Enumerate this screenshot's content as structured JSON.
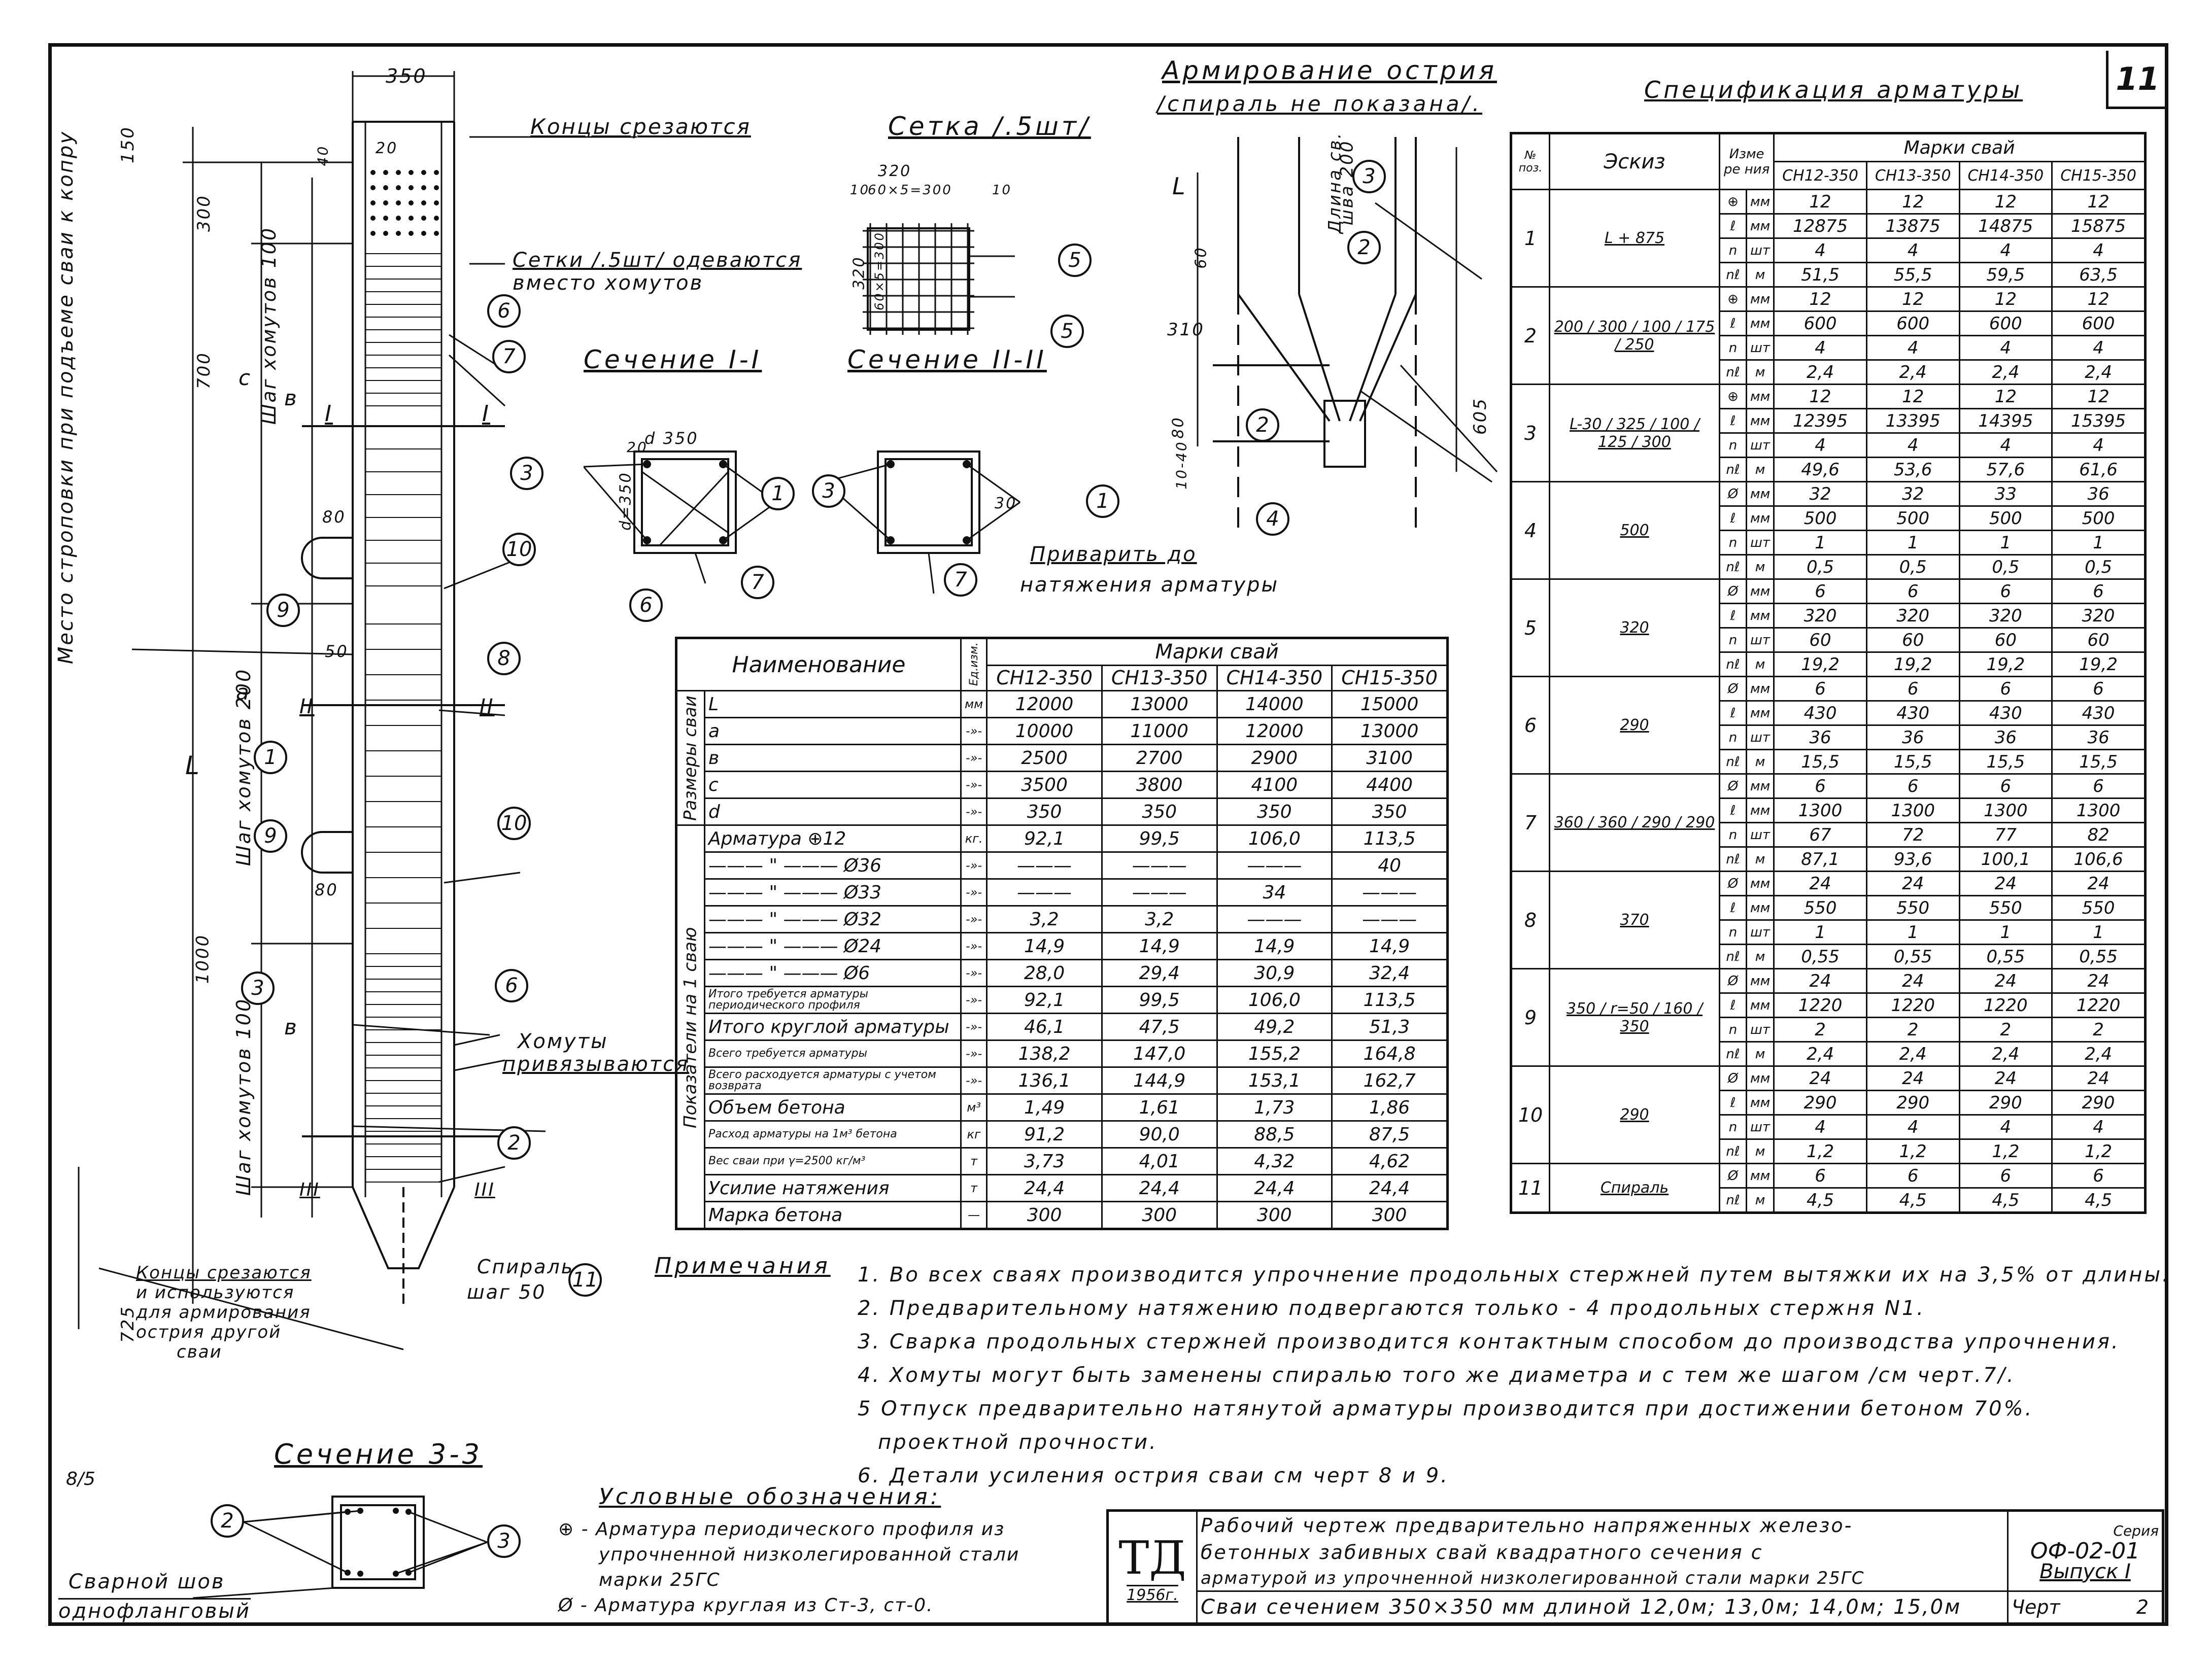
{
  "sheet_number": "11",
  "handwritten_mark": "8/5",
  "section_titles": {
    "section_1": "Сечение I-I",
    "section_2": "Сечение II-II",
    "section_3": "Сечение 3-3",
    "mesh": "Сетка /.5шт/",
    "tip_line1": "Армирование острия",
    "tip_line2": "/спираль не показана/.",
    "spec": "Спецификация арматуры",
    "notes_heading": "Примечания",
    "legend_heading": "Условные обозначения:"
  },
  "pile_annotations": {
    "top_width": "350",
    "ends_cut_top": "Концы срезаются",
    "meshes_note_line1": "Сетки /.5шт/ одеваются",
    "meshes_note_line2": "вместо хомутов",
    "sling_place": "Место строповки при подъеме сваи к копру",
    "stirrups_step_100_top": "Шаг хомутов 100",
    "stirrups_step_200": "Шаг хомутов 200",
    "stirrups_step_100_bottom": "Шаг хомутов 100",
    "stirrups_tied_line1": "Хомуты",
    "stirrups_tied_line2": "привязываются",
    "ends_cut_bottom_lines": [
      "Концы срезаются",
      "и используются",
      "для армирования",
      "острия другой",
      "сваи"
    ],
    "spiral_line1": "Спираль",
    "spiral_line2": "шаг 50",
    "dim_150": "150",
    "dim_300": "300",
    "dim_700": "700",
    "dim_1000": "1000",
    "dim_725": "725",
    "dim_80a": "80",
    "dim_80b": "80",
    "dim_50": "50",
    "dim_20": "20",
    "dim_40": "40",
    "letter_c": "c",
    "letter_b_top": "в",
    "letter_a": "а",
    "letter_b_bottom": "в",
    "letter_L": "L",
    "section_mark_I": "I",
    "section_mark_II": "II",
    "section_mark_III": "III"
  },
  "section_labels": {
    "d350": "d 350",
    "d350v": "d=350",
    "d20": "20",
    "d30": "30",
    "weld_to_tension_line1": "Приварить до",
    "weld_to_tension_line2": "натяжения арматуры"
  },
  "mesh_labels": {
    "w320": "320",
    "w_inner": "60×5=300",
    "w10a": "10",
    "w10b": "10",
    "h320": "320",
    "h_inner": "60×5=300"
  },
  "tip_labels": {
    "weld_len_line1": "Длина св.",
    "weld_len_line2": "шва 200",
    "d310": "310",
    "d605": "605",
    "d60": "60",
    "d80": "80",
    "d1040": "10-40",
    "letter_L": "L"
  },
  "callouts": [
    "1",
    "2",
    "3",
    "4",
    "5",
    "6",
    "7",
    "8",
    "9",
    "10",
    "11"
  ],
  "indicators_table": {
    "header_name": "Наименование",
    "header_unit": "Ед.изм.",
    "header_group": "Марки свай",
    "marks": [
      "СН12-350",
      "СН13-350",
      "СН14-350",
      "СН15-350"
    ],
    "group1_label": "Размеры сваи",
    "group2_label": "Показатели на 1 сваю",
    "rows": [
      {
        "name": "L",
        "unit": "мм",
        "v": [
          "12000",
          "13000",
          "14000",
          "15000"
        ]
      },
      {
        "name": "а",
        "unit": "-»-",
        "v": [
          "10000",
          "11000",
          "12000",
          "13000"
        ]
      },
      {
        "name": "в",
        "unit": "-»-",
        "v": [
          "2500",
          "2700",
          "2900",
          "3100"
        ]
      },
      {
        "name": "с",
        "unit": "-»-",
        "v": [
          "3500",
          "3800",
          "4100",
          "4400"
        ]
      },
      {
        "name": "d",
        "unit": "-»-",
        "v": [
          "350",
          "350",
          "350",
          "350"
        ]
      },
      {
        "name": "Арматура ⊕12",
        "unit": "кг.",
        "v": [
          "92,1",
          "99,5",
          "106,0",
          "113,5"
        ]
      },
      {
        "name": "——— \" ——— Ø36",
        "unit": "-»-",
        "v": [
          "———",
          "———",
          "———",
          "40"
        ]
      },
      {
        "name": "——— \" ——— Ø33",
        "unit": "-»-",
        "v": [
          "———",
          "———",
          "34",
          "———"
        ]
      },
      {
        "name": "——— \" ——— Ø32",
        "unit": "-»-",
        "v": [
          "3,2",
          "3,2",
          "———",
          "———"
        ]
      },
      {
        "name": "——— \" ——— Ø24",
        "unit": "-»-",
        "v": [
          "14,9",
          "14,9",
          "14,9",
          "14,9"
        ]
      },
      {
        "name": "——— \" ——— Ø6",
        "unit": "-»-",
        "v": [
          "28,0",
          "29,4",
          "30,9",
          "32,4"
        ]
      },
      {
        "name": "Итого требуется арматуры периодического профиля",
        "unit": "-»-",
        "v": [
          "92,1",
          "99,5",
          "106,0",
          "113,5"
        ]
      },
      {
        "name": "Итого круглой арматуры",
        "unit": "-»-",
        "v": [
          "46,1",
          "47,5",
          "49,2",
          "51,3"
        ]
      },
      {
        "name": "Всего требуется арматуры",
        "unit": "-»-",
        "v": [
          "138,2",
          "147,0",
          "155,2",
          "164,8"
        ]
      },
      {
        "name": "Всего расходуется арматуры с учетом возврата",
        "unit": "-»-",
        "v": [
          "136,1",
          "144,9",
          "153,1",
          "162,7"
        ]
      },
      {
        "name": "Объем бетона",
        "unit": "м³",
        "v": [
          "1,49",
          "1,61",
          "1,73",
          "1,86"
        ]
      },
      {
        "name": "Расход арматуры на 1м³ бетона",
        "unit": "кг",
        "v": [
          "91,2",
          "90,0",
          "88,5",
          "87,5"
        ]
      },
      {
        "name": "Вес сваи при γ=2500 кг/м³",
        "unit": "т",
        "v": [
          "3,73",
          "4,01",
          "4,32",
          "4,62"
        ]
      },
      {
        "name": "Усилие натяжения",
        "unit": "т",
        "v": [
          "24,4",
          "24,4",
          "24,4",
          "24,4"
        ]
      },
      {
        "name": "Марка бетона",
        "unit": "—",
        "v": [
          "300",
          "300",
          "300",
          "300"
        ]
      }
    ]
  },
  "spec_table": {
    "h_no": "№ поз.",
    "h_sketch": "Эскиз",
    "h_meas": "Изме ре ния",
    "h_group": "Марки свай",
    "marks": [
      "СН12-350",
      "СН13-350",
      "СН14-350",
      "СН15-350"
    ],
    "positions": [
      {
        "no": "1",
        "sketch": "L + 875",
        "rows": [
          [
            "⊕",
            "мм",
            "12",
            "12",
            "12",
            "12"
          ],
          [
            "ℓ",
            "мм",
            "12875",
            "13875",
            "14875",
            "15875"
          ],
          [
            "n",
            "шт",
            "4",
            "4",
            "4",
            "4"
          ],
          [
            "nℓ",
            "м",
            "51,5",
            "55,5",
            "59,5",
            "63,5"
          ]
        ]
      },
      {
        "no": "2",
        "sketch": "200 / 300 / 100 / 175 / 250",
        "rows": [
          [
            "⊕",
            "мм",
            "12",
            "12",
            "12",
            "12"
          ],
          [
            "ℓ",
            "мм",
            "600",
            "600",
            "600",
            "600"
          ],
          [
            "n",
            "шт",
            "4",
            "4",
            "4",
            "4"
          ],
          [
            "nℓ",
            "м",
            "2,4",
            "2,4",
            "2,4",
            "2,4"
          ]
        ]
      },
      {
        "no": "3",
        "sketch": "L-30 / 325 / 100 / 125 / 300",
        "rows": [
          [
            "⊕",
            "мм",
            "12",
            "12",
            "12",
            "12"
          ],
          [
            "ℓ",
            "мм",
            "12395",
            "13395",
            "14395",
            "15395"
          ],
          [
            "n",
            "шт",
            "4",
            "4",
            "4",
            "4"
          ],
          [
            "nℓ",
            "м",
            "49,6",
            "53,6",
            "57,6",
            "61,6"
          ]
        ]
      },
      {
        "no": "4",
        "sketch": "500",
        "rows": [
          [
            "Ø",
            "мм",
            "32",
            "32",
            "33",
            "36"
          ],
          [
            "ℓ",
            "мм",
            "500",
            "500",
            "500",
            "500"
          ],
          [
            "n",
            "шт",
            "1",
            "1",
            "1",
            "1"
          ],
          [
            "nℓ",
            "м",
            "0,5",
            "0,5",
            "0,5",
            "0,5"
          ]
        ]
      },
      {
        "no": "5",
        "sketch": "320",
        "rows": [
          [
            "Ø",
            "мм",
            "6",
            "6",
            "6",
            "6"
          ],
          [
            "ℓ",
            "мм",
            "320",
            "320",
            "320",
            "320"
          ],
          [
            "n",
            "шт",
            "60",
            "60",
            "60",
            "60"
          ],
          [
            "nℓ",
            "м",
            "19,2",
            "19,2",
            "19,2",
            "19,2"
          ]
        ]
      },
      {
        "no": "6",
        "sketch": "290",
        "rows": [
          [
            "Ø",
            "мм",
            "6",
            "6",
            "6",
            "6"
          ],
          [
            "ℓ",
            "мм",
            "430",
            "430",
            "430",
            "430"
          ],
          [
            "n",
            "шт",
            "36",
            "36",
            "36",
            "36"
          ],
          [
            "nℓ",
            "м",
            "15,5",
            "15,5",
            "15,5",
            "15,5"
          ]
        ]
      },
      {
        "no": "7",
        "sketch": "360 / 360 / 290 / 290",
        "rows": [
          [
            "Ø",
            "мм",
            "6",
            "6",
            "6",
            "6"
          ],
          [
            "ℓ",
            "мм",
            "1300",
            "1300",
            "1300",
            "1300"
          ],
          [
            "n",
            "шт",
            "67",
            "72",
            "77",
            "82"
          ],
          [
            "nℓ",
            "м",
            "87,1",
            "93,6",
            "100,1",
            "106,6"
          ]
        ]
      },
      {
        "no": "8",
        "sketch": "370",
        "rows": [
          [
            "Ø",
            "мм",
            "24",
            "24",
            "24",
            "24"
          ],
          [
            "ℓ",
            "мм",
            "550",
            "550",
            "550",
            "550"
          ],
          [
            "n",
            "шт",
            "1",
            "1",
            "1",
            "1"
          ],
          [
            "nℓ",
            "м",
            "0,55",
            "0,55",
            "0,55",
            "0,55"
          ]
        ]
      },
      {
        "no": "9",
        "sketch": "350 / r=50 / 160 / 350",
        "rows": [
          [
            "Ø",
            "мм",
            "24",
            "24",
            "24",
            "24"
          ],
          [
            "ℓ",
            "мм",
            "1220",
            "1220",
            "1220",
            "1220"
          ],
          [
            "n",
            "шт",
            "2",
            "2",
            "2",
            "2"
          ],
          [
            "nℓ",
            "м",
            "2,4",
            "2,4",
            "2,4",
            "2,4"
          ]
        ]
      },
      {
        "no": "10",
        "sketch": "290",
        "rows": [
          [
            "Ø",
            "мм",
            "24",
            "24",
            "24",
            "24"
          ],
          [
            "ℓ",
            "мм",
            "290",
            "290",
            "290",
            "290"
          ],
          [
            "n",
            "шт",
            "4",
            "4",
            "4",
            "4"
          ],
          [
            "nℓ",
            "м",
            "1,2",
            "1,2",
            "1,2",
            "1,2"
          ]
        ]
      },
      {
        "no": "11",
        "sketch": "Спираль",
        "rows": [
          [
            "Ø",
            "мм",
            "6",
            "6",
            "6",
            "6"
          ],
          [
            "nℓ",
            "м",
            "4,5",
            "4,5",
            "4,5",
            "4,5"
          ]
        ]
      }
    ]
  },
  "notes": [
    "1. Во всех сваях производится упрочнение продольных стержней путем вытяжки их на 3,5% от длины.",
    "2. Предварительному натяжению подвергаются только - 4 продольных стержня N1.",
    "3. Сварка продольных стержней производится контактным способом до производства упрочнения.",
    "4. Хомуты могут быть заменены спиралью того же диаметра и с тем же шагом /см черт.7/.",
    "5 Отпуск предварительно натянутой арматуры производится при достижении бетоном 70%.",
    "проектной прочности.",
    "6. Детали усиления острия сваи см черт 8 и 9."
  ],
  "legend": [
    "⊕ - Арматура периодического профиля из",
    "упрочненной низколегированной стали",
    "марки 25ГС",
    "Ø - Арматура круглая из Ст-3, ст-0."
  ],
  "weld_label_line1": "Сварной шов",
  "weld_label_line2": "однофланговый",
  "title_block": {
    "logo": "ТД",
    "year": "1956г.",
    "title_lines": [
      "Рабочий чертеж предварительно напряженных железо-",
      "бетонных забивных свай квадратного сечения с",
      "арматурой из упрочненной низколегированной стали марки 25ГС"
    ],
    "title_last": "Сваи сечением 350×350 мм длиной 12,0м; 13,0м; 14,0м; 15,0м",
    "series_label": "Серия",
    "series": "ОФ-02-01",
    "issue": "Выпуск I",
    "sheet_label": "Черт",
    "sheet": "2"
  }
}
